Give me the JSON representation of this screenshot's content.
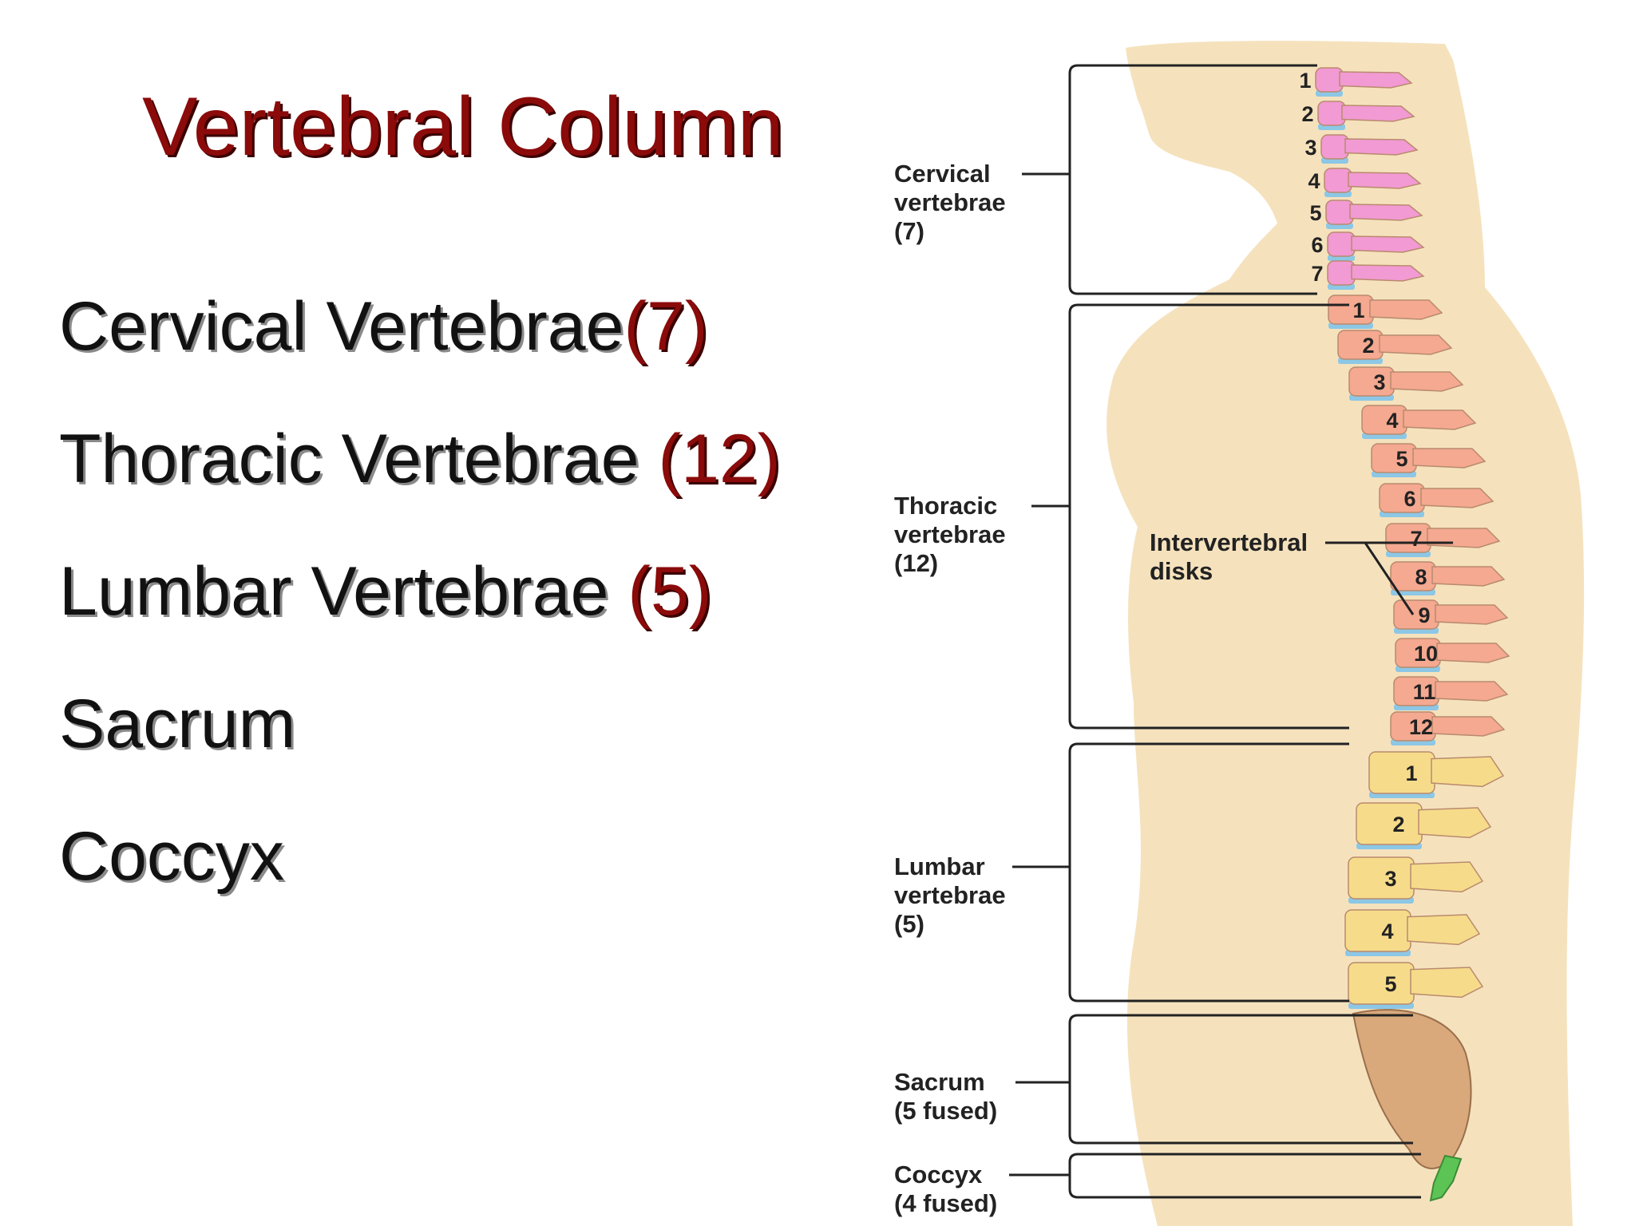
{
  "slide": {
    "title": "Vertebral Column",
    "items": [
      {
        "name": "Cervical Vertebrae",
        "count": "(7)"
      },
      {
        "name": "Thoracic Vertebrae ",
        "count": "(12)"
      },
      {
        "name": "Lumbar Vertebrae ",
        "count": "(5)"
      },
      {
        "name": "Sacrum",
        "count": ""
      },
      {
        "name": "Coccyx",
        "count": ""
      }
    ]
  },
  "diagram": {
    "labels": {
      "cervical": [
        "Cervical",
        "vertebrae",
        "(7)"
      ],
      "thoracic": [
        "Thoracic",
        "vertebrae",
        "(12)"
      ],
      "lumbar": [
        "Lumbar",
        "vertebrae",
        "(5)"
      ],
      "sacrum": [
        "Sacrum",
        "(5 fused)"
      ],
      "coccyx": [
        "Coccyx",
        "(4 fused)"
      ],
      "disks": [
        "Intervertebral",
        "disks"
      ]
    },
    "numbers": {
      "cervical": [
        "1",
        "2",
        "3",
        "4",
        "5",
        "6",
        "7"
      ],
      "thoracic": [
        "1",
        "2",
        "3",
        "4",
        "5",
        "6",
        "7",
        "8",
        "9",
        "10",
        "11",
        "12"
      ],
      "lumbar": [
        "1",
        "2",
        "3",
        "4",
        "5"
      ]
    },
    "colors": {
      "skin": "#f5e2bd",
      "cervical": "#f29ad3",
      "thoracic": "#f4a990",
      "lumbar": "#f6dc8a",
      "sacrum": "#d9a97c",
      "coccyx": "#5cc455",
      "disk": "#8cc7e6"
    }
  }
}
